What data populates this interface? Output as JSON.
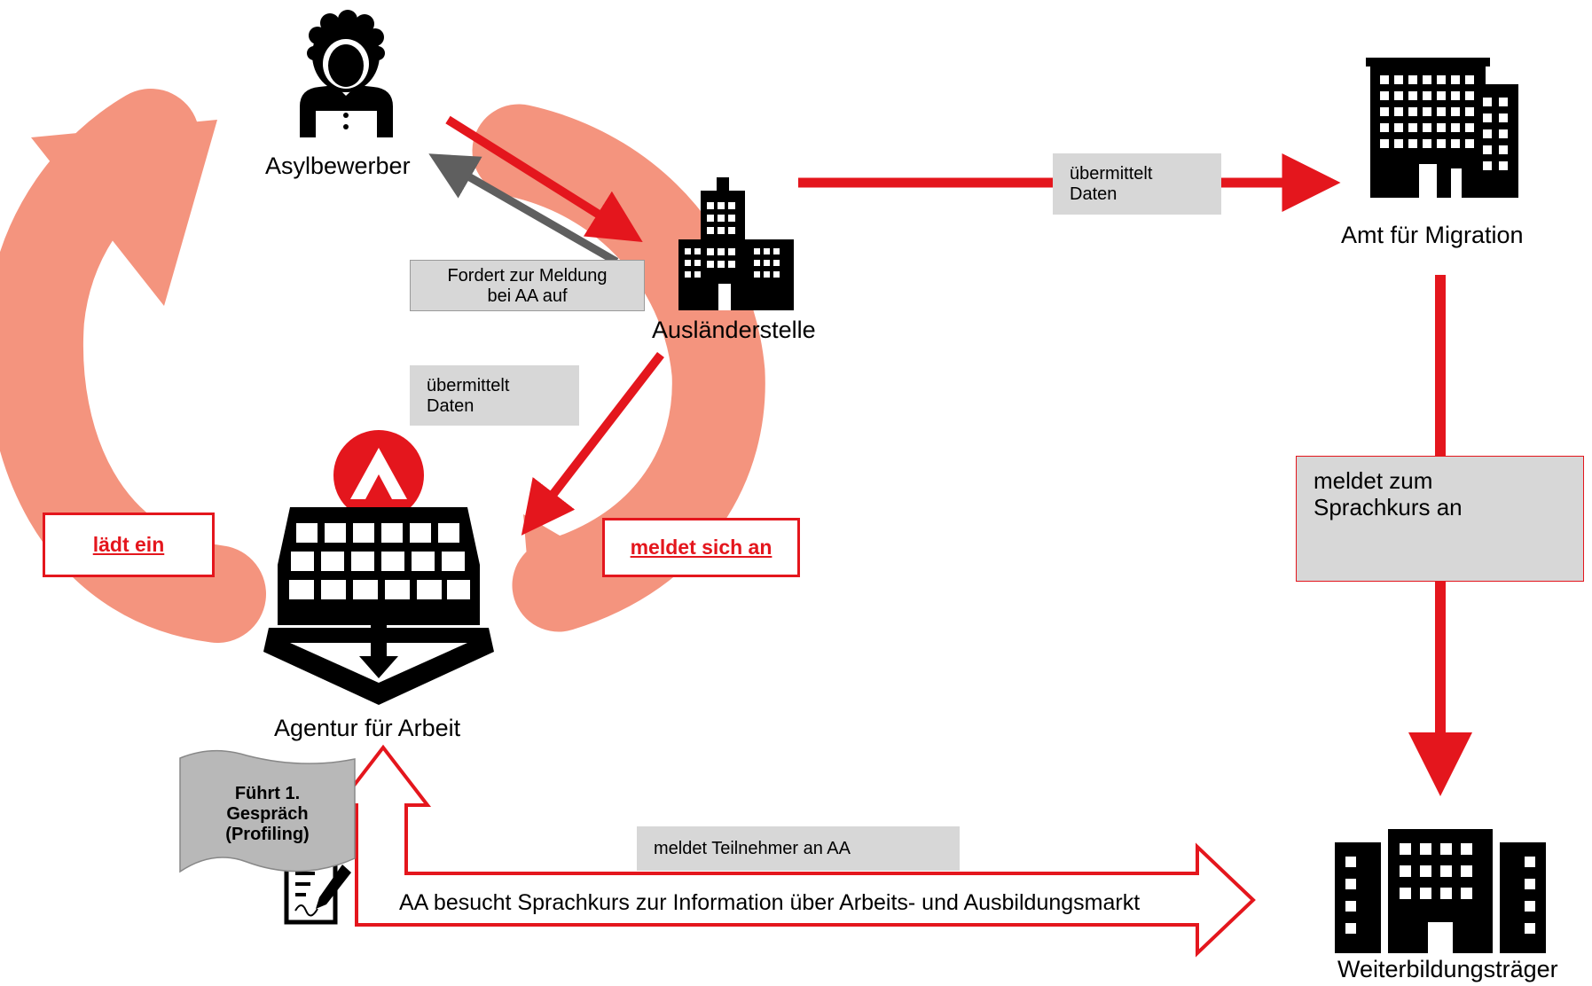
{
  "nodes": {
    "asylbewerber": "Asylbewerber",
    "auslaenderstelle": "Ausländerstelle",
    "amt_migration": "Amt für Migration",
    "agentur": "Agentur für Arbeit",
    "weiterbildung": "Weiterbildungsträger"
  },
  "labels": {
    "fordert": [
      "Fordert zur Meldung",
      "bei AA auf"
    ],
    "uebermittelt_top": [
      "übermittelt",
      "Daten"
    ],
    "uebermittelt_mid": [
      "übermittelt",
      "Daten"
    ],
    "laedt_ein": "lädt ein",
    "meldet_sich_an": "meldet sich an",
    "sprachkurs": [
      "meldet zum",
      "Sprachkurs an"
    ],
    "teilnehmer": "meldet Teilnehmer an AA",
    "besucht": "AA besucht Sprachkurs zur Information über Arbeits- und Ausbildungsmarkt",
    "gespraech": [
      "Führt 1.",
      "Gespräch",
      "(Profiling)"
    ]
  },
  "colors": {
    "red": "#e4161d",
    "salmon": "#f4947e",
    "grey_box": "#d7d7d7",
    "grey_arrow": "#5f5f5f",
    "black": "#000000"
  },
  "icons": [
    "person-icon",
    "office-building-icon",
    "highrise-building-icon",
    "agentur-logo-icon",
    "envelope-icon",
    "presentation-icon",
    "document-sign-icon",
    "apartment-icon"
  ]
}
